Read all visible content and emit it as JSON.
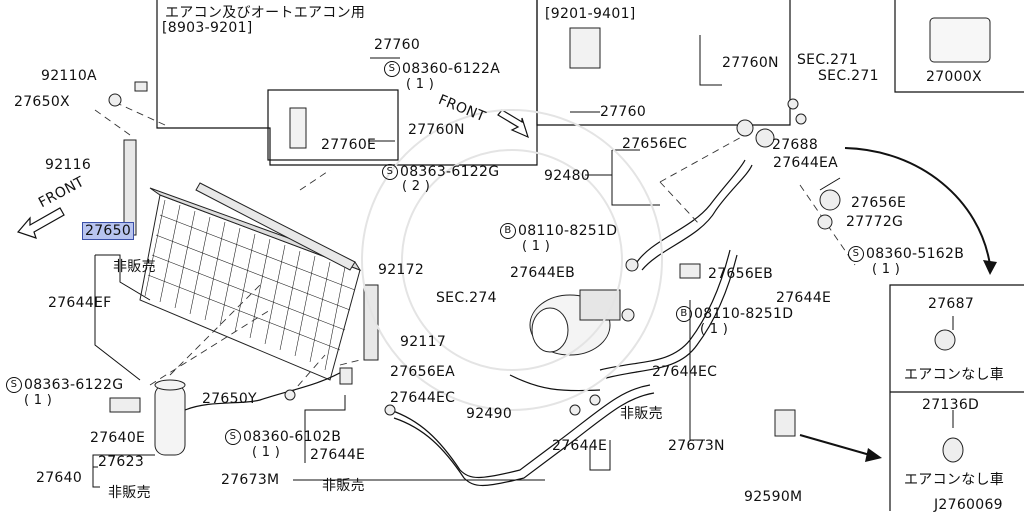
{
  "inset_title": "エアコン及びオートエアコン用",
  "inset_range": "[8903-9201]",
  "inset2_range": "[9201-9401]",
  "doc_id": "J2760069",
  "front_label": "FRONT",
  "labels": {
    "p92110A": "92110A",
    "p27650X": "27650X",
    "p92116": "92116",
    "p27650": "27650",
    "hihanbai": "非販売",
    "p27644EF": "27644EF",
    "s08363_6122G_a": "08363-6122G",
    "qty1": "( 1 )",
    "qty2": "( 2 )",
    "p27640E": "27640E",
    "p27623": "27623",
    "p27640": "27640",
    "p27650Y": "27650Y",
    "s08360_6102B": "08360-6102B",
    "p27644E": "27644E",
    "p27673M": "27673M",
    "p27760": "27760",
    "s08360_6122A": "08360-6122A",
    "p27760N": "27760N",
    "p27760E": "27760E",
    "s08363_6122G_b": "08363-6122G",
    "p92172": "92172",
    "p92117": "92117",
    "p27656EA": "27656EA",
    "p27644EC": "27644EC",
    "p92490": "92490",
    "sec274": "SEC.274",
    "p27644EB": "27644EB",
    "b08110_8251D": "08110-8251D",
    "p92480": "92480",
    "p27656EC": "27656EC",
    "p27688": "27688",
    "p27644EA": "27644EA",
    "p27656E": "27656E",
    "p27772G": "27772G",
    "s08360_5162B": "08360-5162B",
    "p27656EB": "27656EB",
    "p27673N": "27673N",
    "p92590M": "92590M",
    "sec271": "SEC.271",
    "p27000X": "27000X",
    "p27687": "27687",
    "aircon_nashi": "エアコンなし車",
    "p27136D": "27136D",
    "s_mark": "S",
    "b_mark": "B"
  }
}
